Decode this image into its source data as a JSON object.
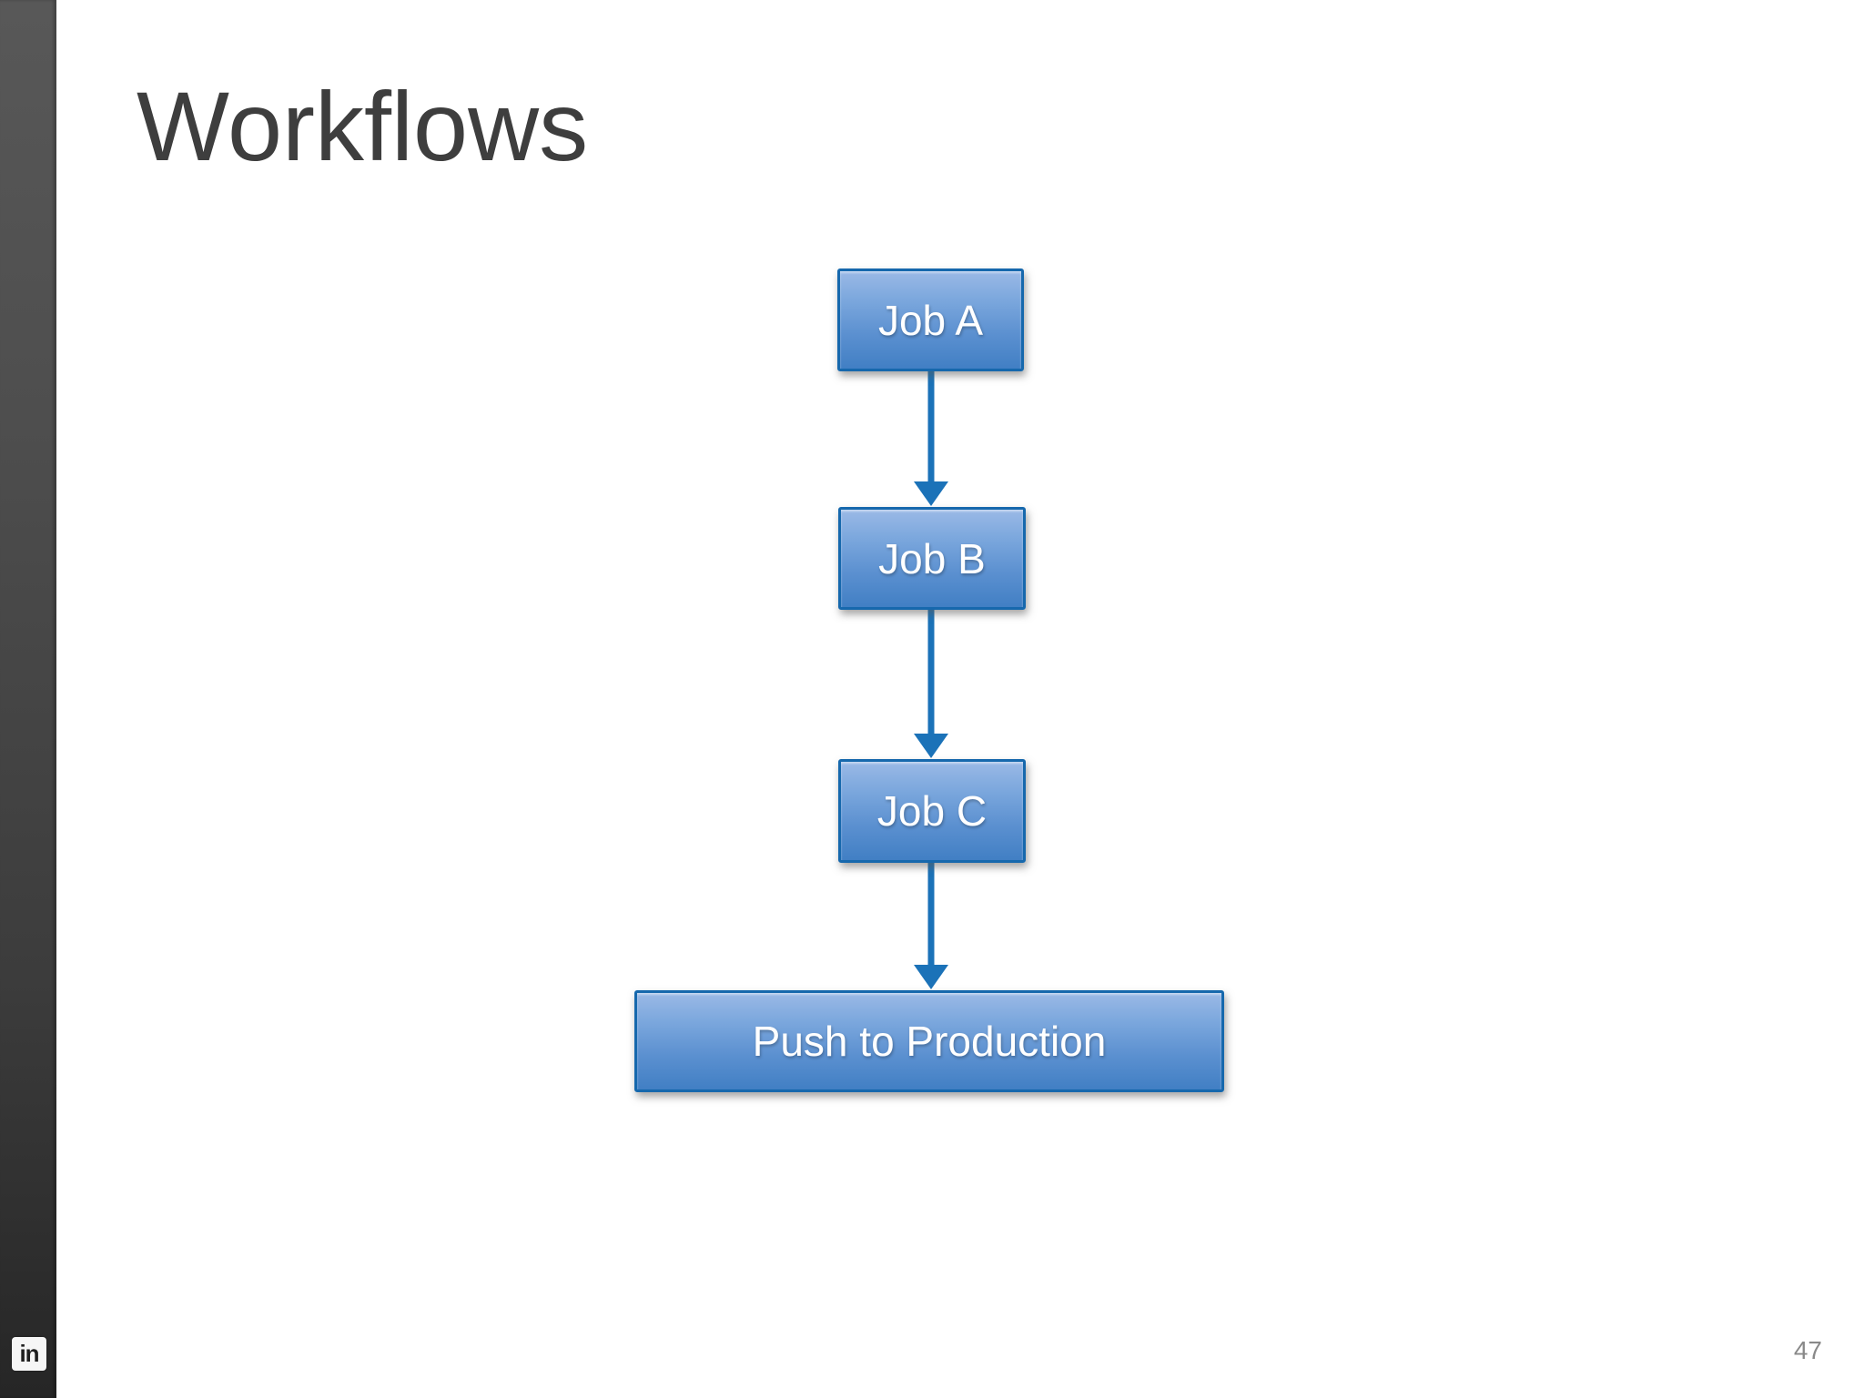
{
  "slide": {
    "title": "Workflows",
    "page_number": "47"
  },
  "branding": {
    "logo_text": "in"
  },
  "diagram": {
    "type": "flowchart",
    "direction": "top-down",
    "nodes": [
      {
        "id": "job-a",
        "label": "Job A"
      },
      {
        "id": "job-b",
        "label": "Job B"
      },
      {
        "id": "job-c",
        "label": "Job C"
      },
      {
        "id": "push-to-production",
        "label": "Push to Production"
      }
    ],
    "edges": [
      {
        "from": "job-a",
        "to": "job-b"
      },
      {
        "from": "job-b",
        "to": "job-c"
      },
      {
        "from": "job-c",
        "to": "push-to-production"
      }
    ],
    "colors": {
      "node_fill_top": "#9ab9e6",
      "node_fill_bottom": "#417fc4",
      "node_border": "#1668ad",
      "node_text": "#ffffff",
      "arrow": "#1b72b8",
      "title_text": "#3e3e3e",
      "sidebar_top": "#585858",
      "sidebar_bottom": "#262626",
      "page_number_text": "#898989"
    }
  }
}
